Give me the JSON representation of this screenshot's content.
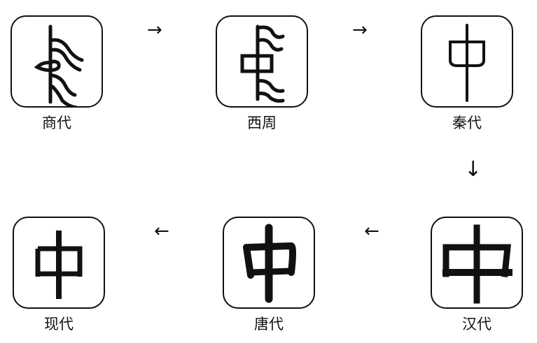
{
  "title_character": "中",
  "stages": [
    {
      "era": "商代",
      "script": "oracle-bone"
    },
    {
      "era": "西周",
      "script": "bronze"
    },
    {
      "era": "秦代",
      "script": "seal"
    },
    {
      "era": "汉代",
      "script": "clerical"
    },
    {
      "era": "唐代",
      "script": "regular"
    },
    {
      "era": "现代",
      "script": "modern"
    }
  ],
  "arrows": {
    "right": "→",
    "down": "↓",
    "left": "←"
  }
}
